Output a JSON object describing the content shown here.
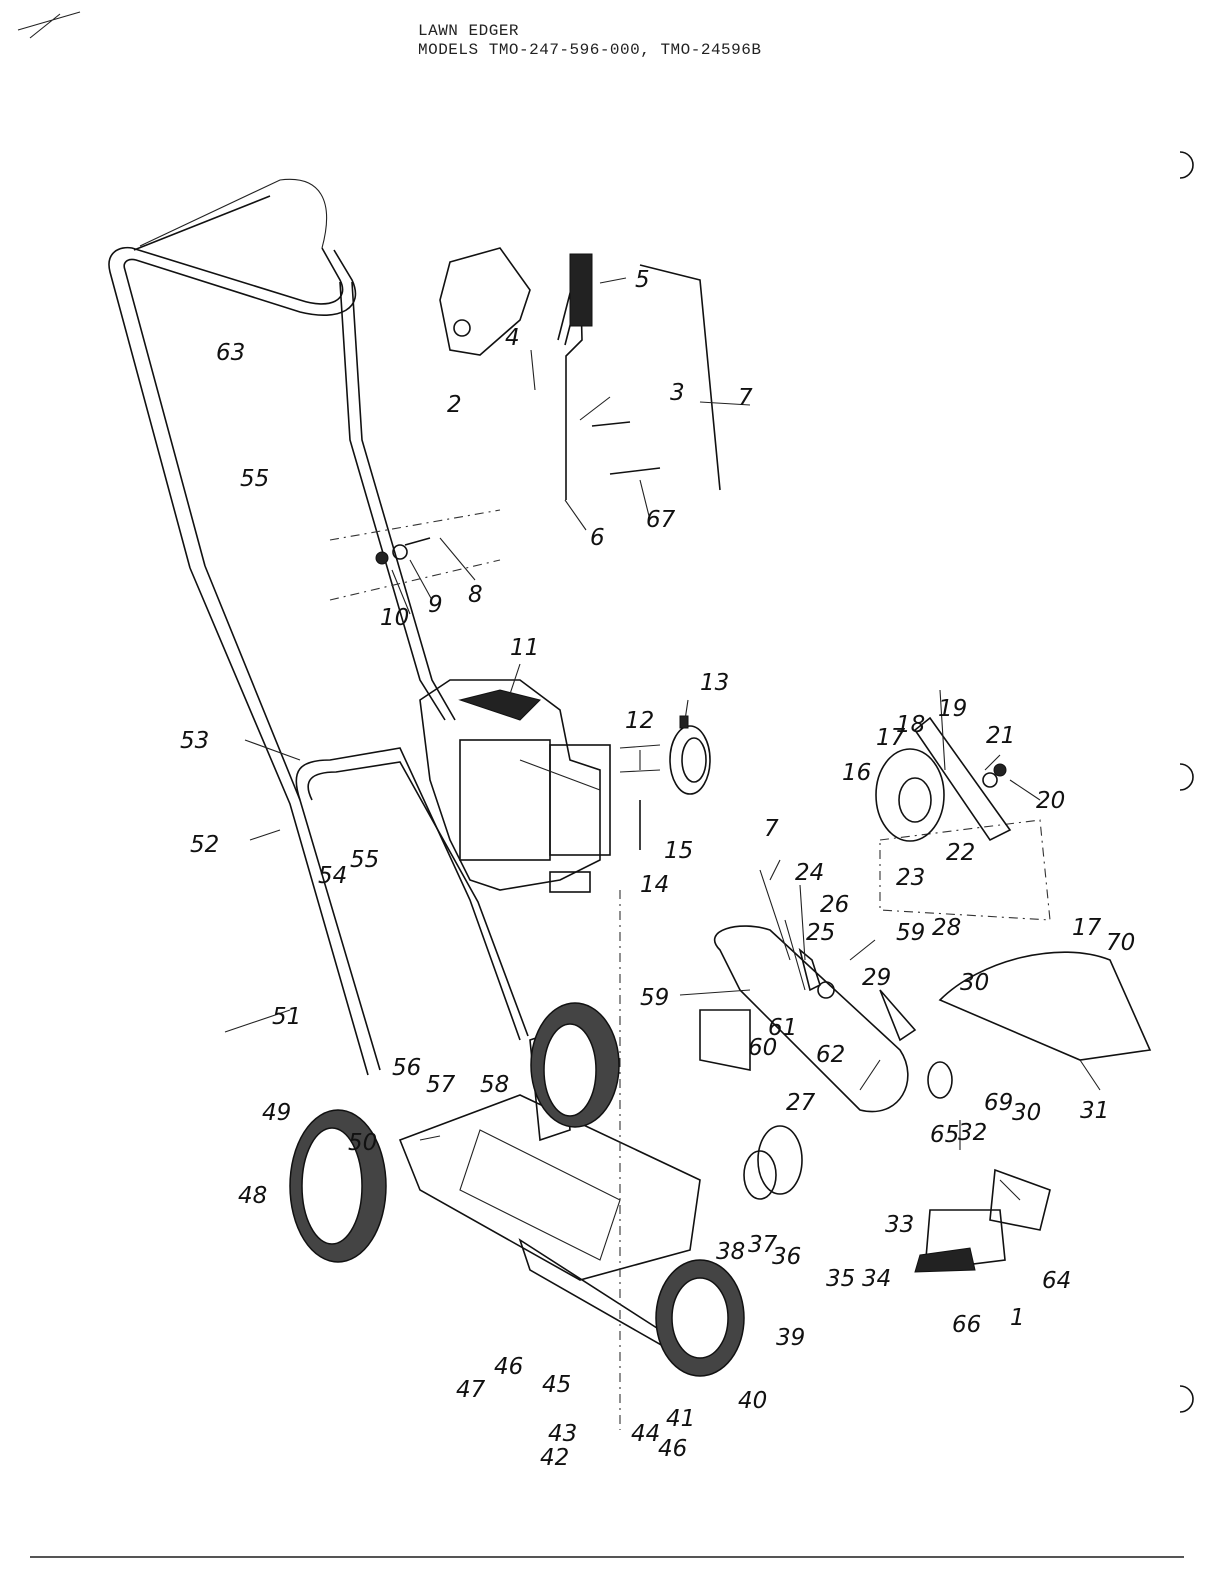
{
  "header": {
    "title": "LAWN EDGER",
    "models": "MODELS TMO-247-596-000, TMO-24596B"
  },
  "parts": [
    "1",
    "2",
    "3",
    "4",
    "5",
    "6",
    "7",
    "8",
    "9",
    "10",
    "11",
    "12",
    "13",
    "14",
    "15",
    "16",
    "17",
    "18",
    "19",
    "20",
    "21",
    "22",
    "23",
    "24",
    "25",
    "26",
    "27",
    "28",
    "29",
    "30",
    "31",
    "32",
    "33",
    "34",
    "35",
    "36",
    "37",
    "38",
    "39",
    "40",
    "41",
    "42",
    "43",
    "44",
    "45",
    "46",
    "47",
    "48",
    "49",
    "50",
    "51",
    "52",
    "53",
    "54",
    "55",
    "56",
    "57",
    "58",
    "59",
    "60",
    "61",
    "62",
    "63",
    "64",
    "65",
    "66",
    "67",
    "69",
    "70"
  ]
}
